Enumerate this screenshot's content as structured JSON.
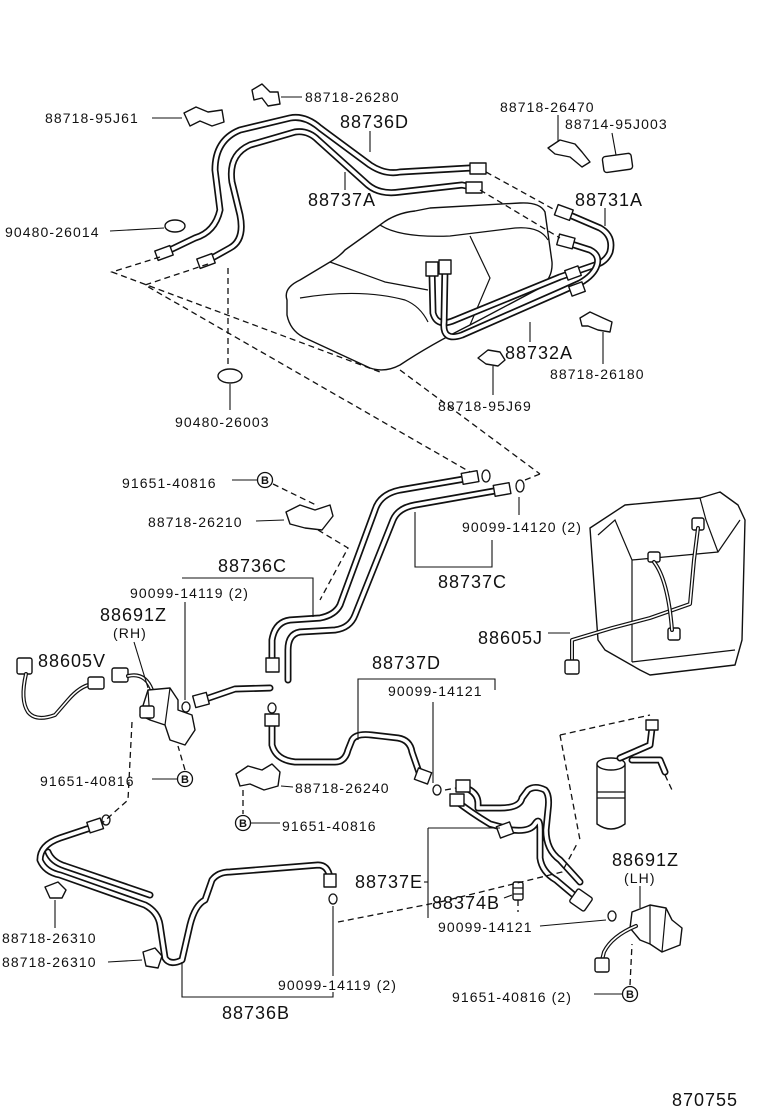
{
  "diagram": {
    "figure_number": "870755",
    "bolt_symbol": "B",
    "parts": {
      "clamp_top_left": "88718-95J61",
      "clamp_top_center": "88718-26280",
      "tube_88736D": "88736D",
      "clamp_top_right": "88718-26470",
      "cushion_top_right": "88714-95J003",
      "tube_88737A": "88737A",
      "tube_88731A": "88731A",
      "grommet_upper": "90480-26014",
      "tube_88732A": "88732A",
      "clamp_right": "88718-26180",
      "clamp_housing": "88718-95J69",
      "grommet_lower": "90480-26003",
      "bolt_upper": "91651-40816",
      "clamp_middle": "88718-26210",
      "oring_upper_pair": "90099-14120 (2)",
      "tube_88736C": "88736C",
      "oring_middle_pair": "90099-14119 (2)",
      "tube_88737C": "88737C",
      "valve_rh": "88691Z",
      "valve_rh_side": "(RH)",
      "harness_88605J": "88605J",
      "harness_88605V": "88605V",
      "tube_88737D": "88737D",
      "oring_88737D": "90099-14121",
      "bolt_rh_valve": "91651-40816",
      "clamp_88718_26240": "88718-26240",
      "bolt_clamp_lower": "91651-40816",
      "valve_lh": "88691Z",
      "valve_lh_side": "(LH)",
      "tube_88737E": "88737E",
      "switch_88374B": "88374B",
      "oring_88737E": "90099-14121",
      "clamp_lower_1": "88718-26310",
      "clamp_lower_2": "88718-26310",
      "oring_lower_pair": "90099-14119 (2)",
      "bolt_lh_valve_pair": "91651-40816 (2)",
      "tube_88736B": "88736B"
    }
  }
}
